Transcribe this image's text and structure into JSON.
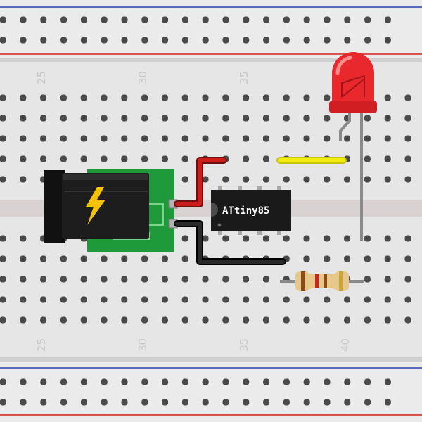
{
  "breadboard": {
    "top_column_numbers": [
      "25",
      "30",
      "35"
    ],
    "bottom_column_numbers": [
      "25",
      "30",
      "35",
      "40"
    ],
    "colors": {
      "board": "#e6e6e6",
      "hole": "#4a4a4a",
      "rail_red": "#d32020",
      "rail_blue": "#2a3fb0",
      "center_channel": "#d9d2d2",
      "number_text": "#c8c8c8"
    }
  },
  "components": {
    "chip_label": "ATtiny85",
    "power_jack_icon": "lightning-bolt-icon",
    "led_color": "red",
    "jumper_colors": {
      "vcc": "#cc1c1c",
      "gnd": "#222222",
      "link": "#f2ee14"
    },
    "resistor_bands": [
      "#8a4a1a",
      "#c8261e",
      "#8a4a1a",
      "#c9a43a"
    ]
  }
}
